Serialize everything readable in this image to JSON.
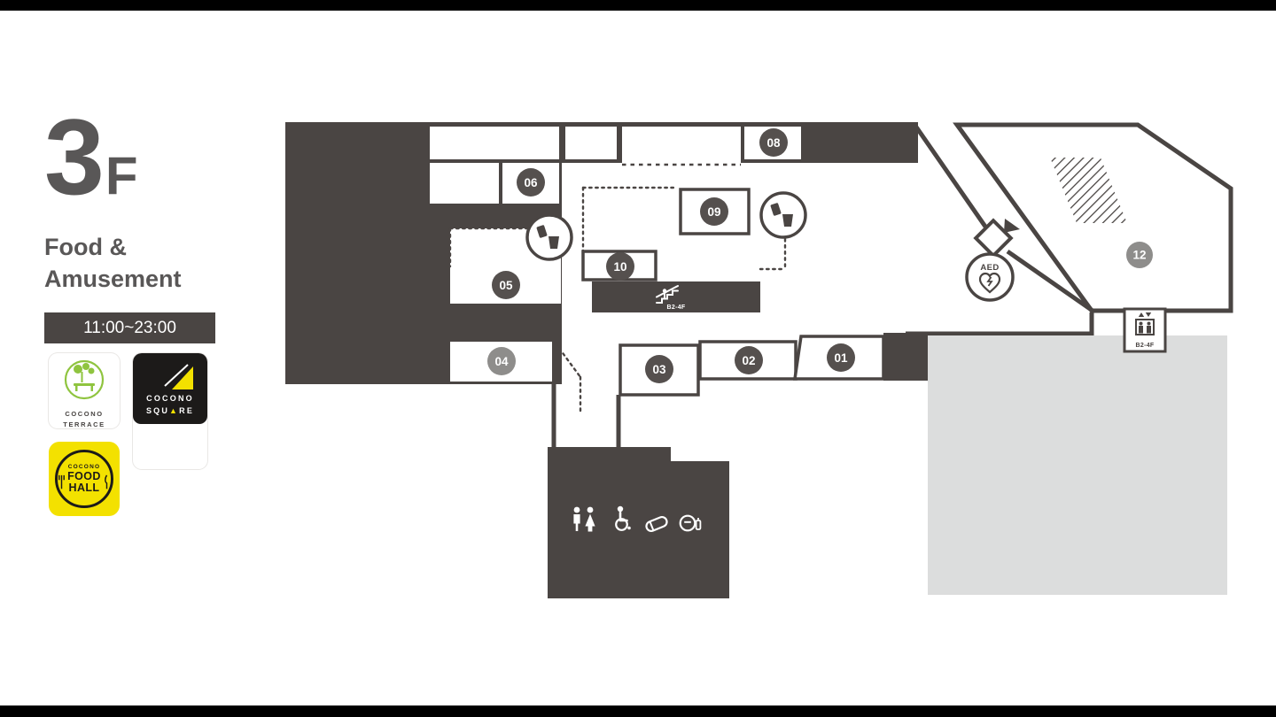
{
  "colors": {
    "dark": "#4a4543",
    "badge_dark": "#55504e",
    "badge_gray": "#8e8d8b",
    "gray_area": "#dcdddd",
    "text_gray": "#595757",
    "yellow": "#f3e100",
    "green": "#8fc43f",
    "logo_black": "#1c1a19",
    "white": "#ffffff"
  },
  "floor": {
    "number": "3",
    "suffix": "F",
    "category": [
      "Food &",
      "Amusement"
    ],
    "hours": "11:00~23:00"
  },
  "logos": {
    "terrace": {
      "line1": "COCONO",
      "line2": "TERRACE"
    },
    "square": {
      "line1": "COCONO",
      "line2_pre": "SQU",
      "line2_tri": "▲",
      "line2_post": "RE"
    },
    "food_hall": {
      "line1": "COCONO",
      "line2": "FOOD",
      "line3": "HALL"
    }
  },
  "map": {
    "badges": [
      {
        "id": "01",
        "color": "#55504e"
      },
      {
        "id": "02",
        "color": "#55504e"
      },
      {
        "id": "03",
        "color": "#55504e"
      },
      {
        "id": "04",
        "color": "#8e8d8b"
      },
      {
        "id": "05",
        "color": "#55504e"
      },
      {
        "id": "06",
        "color": "#55504e"
      },
      {
        "id": "08",
        "color": "#55504e"
      },
      {
        "id": "09",
        "color": "#55504e"
      },
      {
        "id": "10",
        "color": "#55504e"
      },
      {
        "id": "12",
        "color": "#8e8d8b"
      }
    ],
    "labels": {
      "aed": "AED",
      "escalator_floors": "B2-4F",
      "elevator_floors": "B2-4F"
    },
    "icons": [
      "vending-machine-icon",
      "aed-icon",
      "escalator-icon",
      "elevator-icon",
      "stairs-area",
      "restroom-icon",
      "wheelchair-icon",
      "baby-care-icon",
      "nursing-room-icon",
      "diamond-marker"
    ]
  }
}
